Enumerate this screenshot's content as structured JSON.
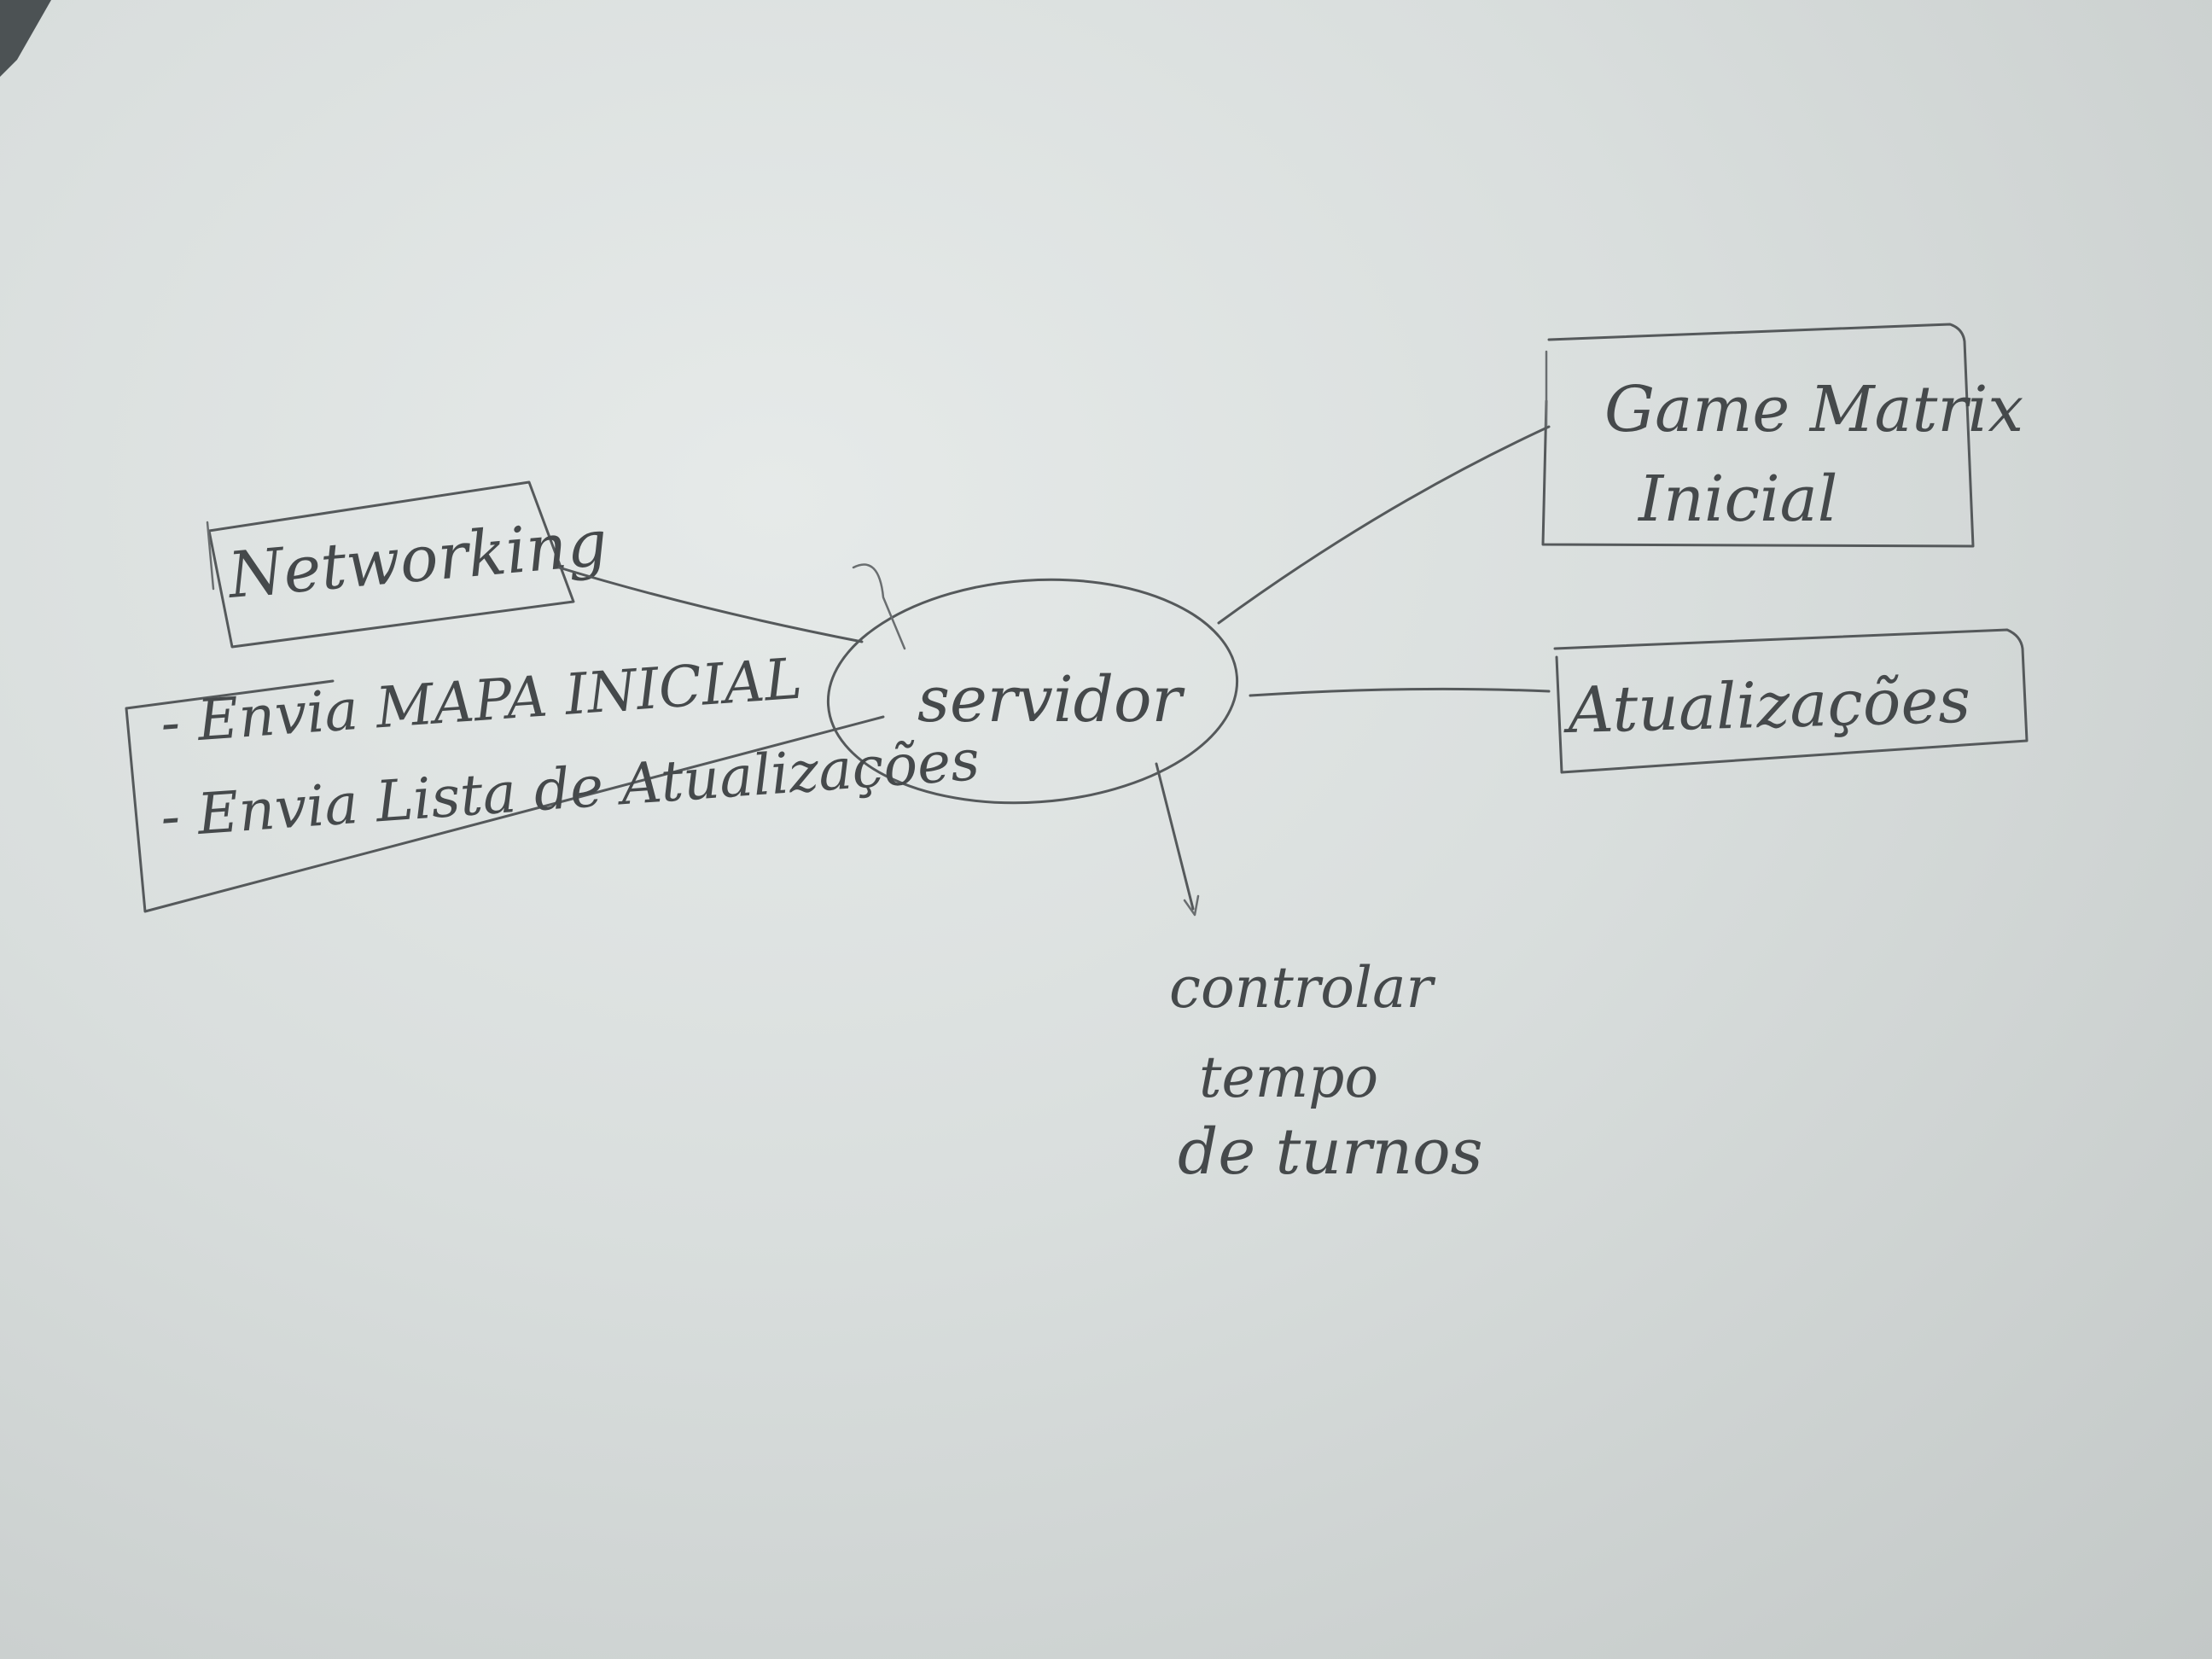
{
  "diagram": {
    "center": {
      "label": "servidor"
    },
    "nodes": {
      "networking": {
        "label": "Networking",
        "notes": [
          "- Envia MAPA INICIAL",
          "- Envia Lista de Atualizações"
        ]
      },
      "game_matrix": {
        "line1": "Game Matrix",
        "line2": "Inicial"
      },
      "atualizacoes": {
        "label": "Atualizações"
      },
      "controlar": {
        "line1": "controlar",
        "line2": "tempo",
        "line3": "de turnos"
      }
    }
  },
  "colors": {
    "paper": "#d9dedd",
    "pencil": "#55595b"
  }
}
